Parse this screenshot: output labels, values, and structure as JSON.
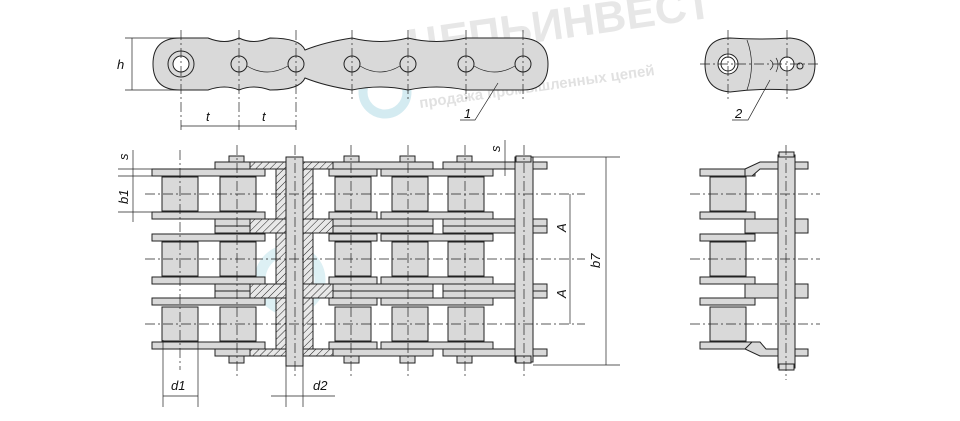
{
  "watermark": {
    "brand": "ЦЕПЬИНВЕСТ",
    "tagline": "продажа промышленных цепей",
    "logo_color": "#9fd3df"
  },
  "labels": {
    "h": "h",
    "t1": "t",
    "t2": "t",
    "callout1": "1",
    "callout2": "2",
    "s_left": "s",
    "s_right": "s",
    "b1": "b1",
    "A1": "A",
    "A2": "A",
    "b7": "b7",
    "d1": "d1",
    "d2": "d2"
  }
}
